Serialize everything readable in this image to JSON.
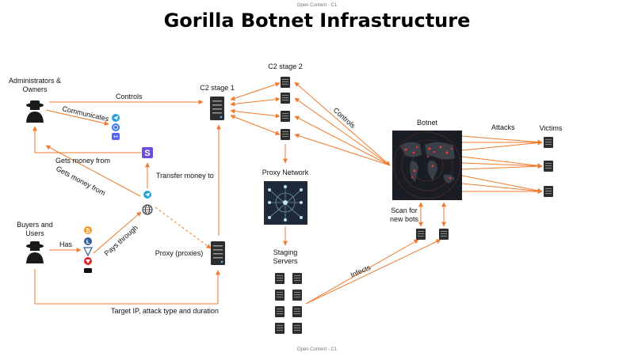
{
  "header": {
    "classification": "Open Content - C1",
    "title": "Gorilla Botnet Infrastructure"
  },
  "footer": {
    "classification": "Open Content - C1"
  },
  "nodes": {
    "admins": "Administrators & Owners",
    "c2_stage1": "C2 stage 1",
    "c2_stage2": "C2 stage 2",
    "proxy_network": "Proxy Network",
    "staging_servers": "Staging Servers",
    "botnet": "Botnet",
    "victims": "Victims",
    "scan": "Scan for new bots",
    "buyers": "Buyers and Users",
    "proxy": "Proxy (proxies)"
  },
  "edges": {
    "controls_top": "Controls",
    "communicates": "Communicates",
    "gets_money_1": "Gets money  from",
    "gets_money_2": "Gets money  from",
    "transfer_money": "Transfer money to",
    "has": "Has",
    "pays_through": "Pays through",
    "controls_bot": "Controls",
    "attacks": "Attacks",
    "infects": "Infects",
    "target": "Target IP, attack type and duration"
  },
  "colors": {
    "arrow": "#f07b2c",
    "server": "#2e2e2e",
    "telegram": "#2aa3dd",
    "signal": "#3a76f0",
    "discord": "#5865f2",
    "stripe": "#6b4fd8",
    "bitcoin": "#f7931a",
    "litecoin": "#345d9d",
    "tron": "#e0262a",
    "monero": "#111111"
  }
}
